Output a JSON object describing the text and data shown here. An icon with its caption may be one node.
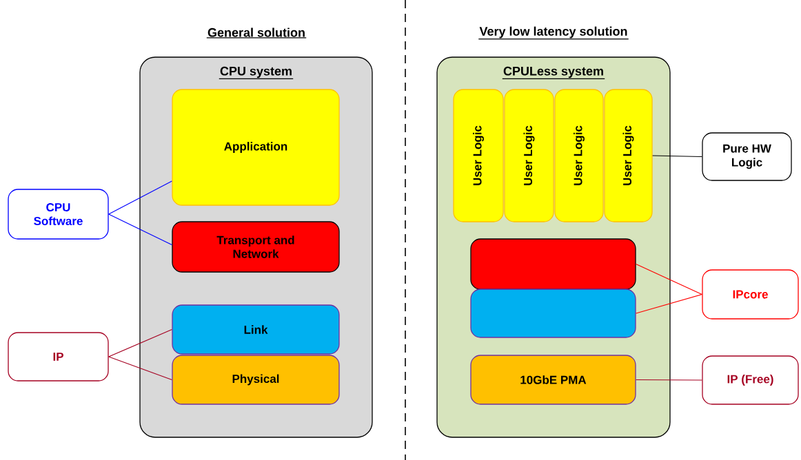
{
  "diagram": {
    "nodes": [
      {
        "text": [
          "CPU system"
        ]
      },
      {
        "text": [
          "Application"
        ],
        "in": 0
      },
      {
        "text": [
          "Transport and Network"
        ],
        "in": 0
      },
      {
        "text": [
          "Link"
        ],
        "in": 0
      },
      {
        "text": [
          "Physical"
        ],
        "in": 0
      },
      {
        "text": [
          "CPU Software"
        ]
      },
      {
        "text": [
          "IP"
        ]
      },
      {
        "text": [
          "CPULess system"
        ]
      },
      {
        "text": [
          "User Logic"
        ],
        "in": 7
      },
      {
        "text": [
          "User Logic"
        ],
        "in": 7
      },
      {
        "text": [
          "User Logic"
        ],
        "in": 7
      },
      {
        "text": [
          "User Logic"
        ],
        "in": 7
      },
      {
        "text": [
          "Pure HW Logic"
        ]
      },
      {
        "text": [],
        "shape": "box",
        "in": 7
      },
      {
        "text": [],
        "shape": "box",
        "in": 7
      },
      {
        "text": [
          "IPcore"
        ]
      },
      {
        "text": [
          "10GbE PMA"
        ],
        "in": 7
      },
      {
        "text": [
          "IP (Free)"
        ]
      }
    ],
    "edges": [
      {
        "from": 5,
        "to": 1,
        "arrow": "none",
        "color": "#0000ff"
      },
      {
        "from": 5,
        "to": 2,
        "arrow": "none",
        "color": "#0000ff"
      },
      {
        "from": 6,
        "to": 3,
        "arrow": "none",
        "color": "#a50021"
      },
      {
        "from": 6,
        "to": 4,
        "arrow": "none",
        "color": "#a50021"
      },
      {
        "from": 12,
        "to": 11,
        "arrow": "none",
        "color": "#000000"
      },
      {
        "from": 15,
        "to": 13,
        "arrow": "none",
        "color": "#ff0000"
      },
      {
        "from": 15,
        "to": 14,
        "arrow": "none",
        "color": "#ff0000"
      },
      {
        "from": 17,
        "to": 16,
        "arrow": "none",
        "color": "#a50021"
      }
    ],
    "labels": [
      "General solution",
      "Very low latency solution"
    ]
  }
}
